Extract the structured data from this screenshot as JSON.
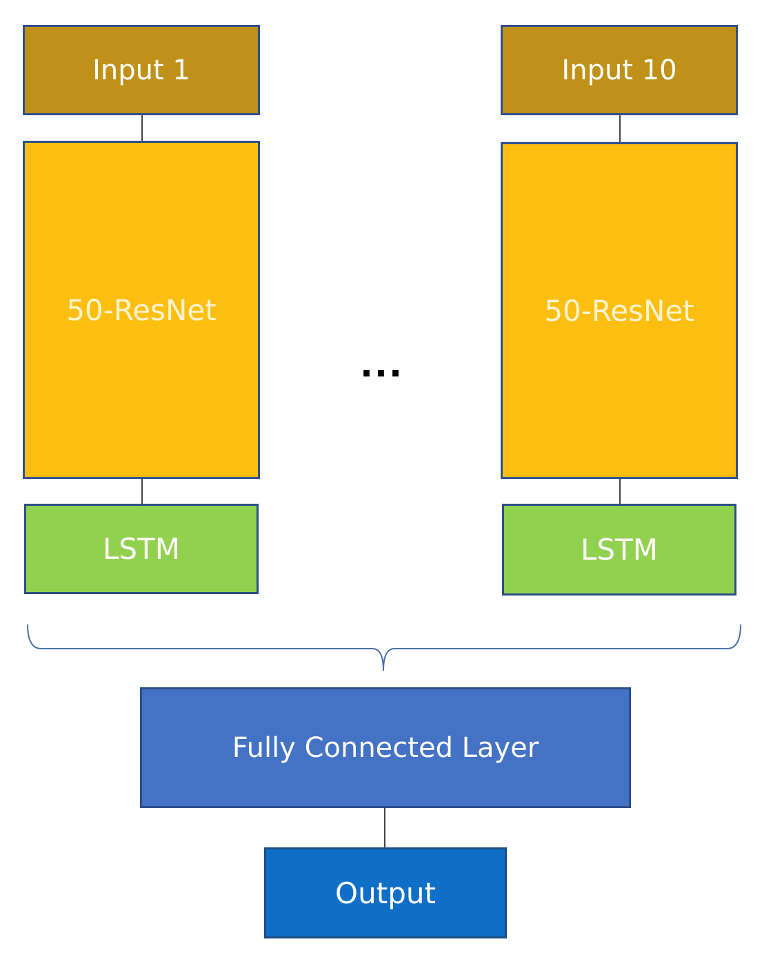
{
  "diagram": {
    "left_column": {
      "input_label": "Input 1",
      "resnet_label": "50-ResNet",
      "lstm_label": "LSTM"
    },
    "right_column": {
      "input_label": "Input 10",
      "resnet_label": "50-ResNet",
      "lstm_label": "LSTM"
    },
    "ellipsis": "···",
    "fully_connected_label": "Fully Connected Layer",
    "output_label": "Output"
  },
  "colors": {
    "input": "#bf9118",
    "resnet": "#fcbf11",
    "lstm": "#92d14f",
    "fully_connected": "#4472c4",
    "output": "#0f6fc6",
    "border": "#2f4f8f",
    "brace": "#4a6fa5"
  }
}
